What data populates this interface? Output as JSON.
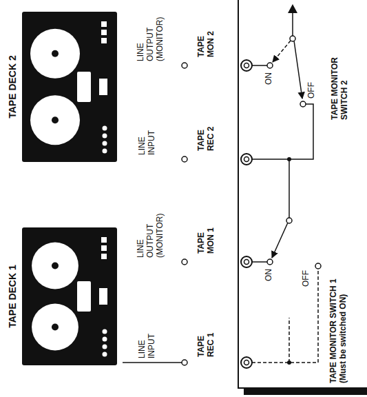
{
  "diagram": {
    "nodes": [
      {
        "text": [
          "TAPE DECK 1"
        ]
      },
      {
        "text": [
          "TAPE DECK 2"
        ]
      },
      {
        "text": [
          "TAPE MONITOR SWITCH 1 (Must be switched ON)",
          "TAPE MONITOR SWITCH 2"
        ]
      }
    ],
    "edges": [
      {
        "from": 0,
        "to": 2,
        "label": "TAPE MON 1",
        "arrow": "to"
      },
      {
        "from": 2,
        "to": 1,
        "label": "TAPE REC 2",
        "arrow": "to"
      },
      {
        "from": 1,
        "to": 2,
        "label": "TAPE MON 2",
        "arrow": "to"
      }
    ],
    "labels": [
      "LINE INPUT",
      "LINE OUTPUT (MONITOR)",
      "LINE INPUT",
      "LINE OUTPUT (MONITOR)",
      "TAPE REC 1",
      "ON",
      "OFF",
      "ON",
      "OFF"
    ]
  }
}
